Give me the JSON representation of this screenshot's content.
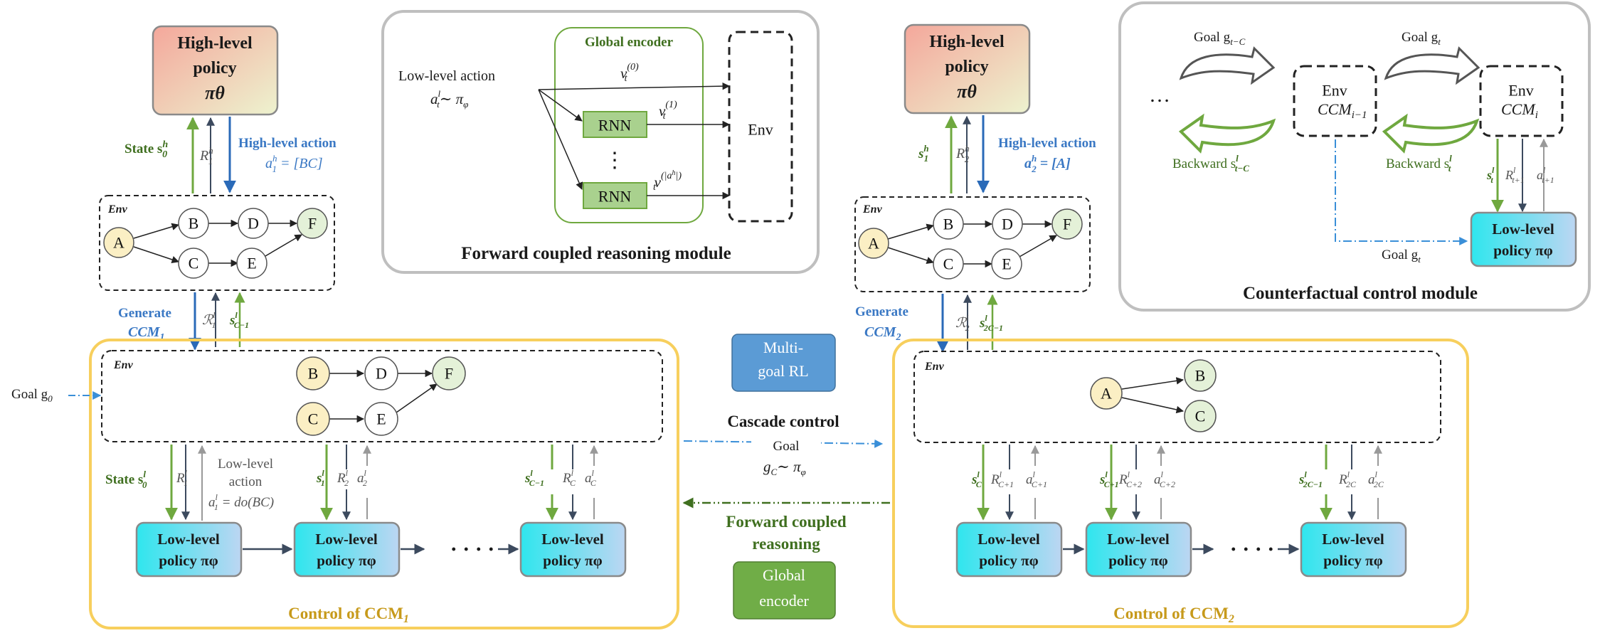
{
  "left": {
    "high_policy": {
      "line1": "High-level",
      "line2": "policy",
      "line3": "πθ"
    },
    "state_label": "State s",
    "state_sup": "h",
    "state_sub": "0",
    "reward_label": "R",
    "reward_sup": "h",
    "reward_sub": "1",
    "action_title": "High-level action",
    "action_expr": "a",
    "action_sup": "h",
    "action_sub": "1",
    "action_eq": " = [BC]",
    "env_tag": "Env",
    "graph_nodes": [
      "A",
      "B",
      "C",
      "D",
      "E",
      "F"
    ],
    "generate_l1": "Generate",
    "generate_l2": "CCM",
    "generate_sub": "1",
    "rl_label": "ℛ",
    "rl_sup": "l",
    "rl_sub": "1",
    "sl_label": "s",
    "sl_sup": "l",
    "sl_sub": "C−1",
    "goal_g0": "Goal g",
    "goal_g0_sub": "0",
    "ccm_env_tag": "Env",
    "ccm_nodes": [
      "B",
      "D",
      "F",
      "C",
      "E"
    ],
    "state_l": "State s",
    "state_l_sup": "l",
    "state_l_sub": "0",
    "r1l": "R",
    "r1l_sup": "l",
    "r1l_sub": "1",
    "low_action_l1": "Low-level",
    "low_action_l2": "action",
    "low_action_expr": "a",
    "low_action_sup": "l",
    "low_action_sub": "1",
    "low_action_eq": " = do(BC)",
    "mid_labels": {
      "s": "s",
      "s_sup": "l",
      "s_sub": "1",
      "r": "R",
      "r_sup": "l",
      "r_sub": "2",
      "a": "a",
      "a_sup": "l",
      "a_sub": "2"
    },
    "end_labels": {
      "s": "s",
      "s_sup": "l",
      "s_sub": "C−1",
      "r": "R",
      "r_sup": "l",
      "r_sub": "C",
      "a": "a",
      "a_sup": "l",
      "a_sub": "C"
    },
    "low_policy_l1": "Low-level",
    "low_policy_l2": "policy πφ",
    "dots": "· · · ·",
    "control_title": "Control of CCM",
    "control_sub": "1"
  },
  "forward_module": {
    "low_action": "Low-level action",
    "low_action_expr": "a",
    "low_action_sup": "l",
    "low_action_sub": "t",
    "low_action_rest": "∼ π",
    "low_action_rest_sub": "φ",
    "encoder_title": "Global encoder",
    "rnn": "RNN",
    "v0": "v",
    "v0_sup": "(0)",
    "v0_sub": "t",
    "v1": "v",
    "v1_sup": "(1)",
    "v1_sub": "t",
    "vn": "v",
    "vn_sup": "(|a",
    "vn_sup2": "h",
    "vn_sup3": "|)",
    "vn_sub": "t",
    "vdots": "⋮",
    "env": "Env",
    "title": "Forward coupled reasoning module"
  },
  "middle": {
    "multi_goal_l1": "Multi-",
    "multi_goal_l2": "goal RL",
    "cascade": "Cascade control",
    "goal_l1": "Goal",
    "goal_expr": "g",
    "goal_sub": "C",
    "goal_rest": "∼ π",
    "goal_rest_sub": "φ",
    "forward_l1": "Forward coupled",
    "forward_l2": "reasoning",
    "global_l1": "Global",
    "global_l2": "encoder"
  },
  "right": {
    "high_policy": {
      "line1": "High-level",
      "line2": "policy",
      "line3": "πθ"
    },
    "state_label": "s",
    "state_sup": "h",
    "state_sub": "1",
    "reward_label": "R",
    "reward_sup": "h",
    "reward_sub": "2",
    "action_title": "High-level action",
    "action_expr": "a",
    "action_sup": "h",
    "action_sub": "2",
    "action_eq": " = [A]",
    "env_tag": "Env",
    "graph_nodes": [
      "A",
      "B",
      "C",
      "D",
      "E",
      "F"
    ],
    "generate_l1": "Generate",
    "generate_l2": "CCM",
    "generate_sub": "2",
    "rl_label": "ℛ",
    "rl_sup": "l",
    "rl_sub": "2",
    "sl_label": "s",
    "sl_sup": "l",
    "sl_sub": "2C−1",
    "ccm_env_tag": "Env",
    "ccm_nodes": [
      "A",
      "B",
      "C"
    ],
    "labels1": {
      "s": "s",
      "s_sup": "l",
      "s_sub": "C",
      "r": "R",
      "r_sup": "l",
      "r_sub": "C+1",
      "a": "a",
      "a_sup": "l",
      "a_sub": "C+1"
    },
    "labels2": {
      "s": "s",
      "s_sup": "l",
      "s_sub": "C+1",
      "r": "R",
      "r_sup": "l",
      "r_sub": "C+2",
      "a": "a",
      "a_sup": "l",
      "a_sub": "C+2"
    },
    "labels3": {
      "s": "s",
      "s_sup": "l",
      "s_sub": "2C−1",
      "r": "R",
      "r_sup": "l",
      "r_sub": "2C",
      "a": "a",
      "a_sup": "l",
      "a_sub": "2C"
    },
    "low_policy_l1": "Low-level",
    "low_policy_l2": "policy πφ",
    "dots": "· · · ·",
    "control_title": "Control of CCM",
    "control_sub": "2"
  },
  "counterfactual": {
    "ellipsis": "…",
    "goal_prev": "Goal g",
    "goal_prev_sub": "t−C",
    "goal_cur": "Goal g",
    "goal_cur_sub": "t",
    "env": "Env",
    "ccm": "CCM",
    "ccm_prev_sub": "i−1",
    "ccm_cur_sub": "i",
    "backward_prev": "Backward s",
    "backward_prev_sup": "l",
    "backward_prev_sub": "t−C",
    "backward_cur": "Backward s",
    "backward_cur_sup": "l",
    "backward_cur_sub": "t",
    "st": "s",
    "st_sup": "l",
    "st_sub": "t",
    "rt": "R",
    "rt_sup": "l",
    "rt_sub": "t+1",
    "at": "a",
    "at_sup": "l",
    "at_sub": "t+1",
    "goal_bottom": "Goal g",
    "goal_bottom_sub": "t",
    "low_policy_l1": "Low-level",
    "low_policy_l2": "policy πφ",
    "title": "Counterfactual control module"
  },
  "colors": {
    "green": "#6fa83f",
    "dark_green": "#3f6f1f",
    "blue": "#2a6ab8",
    "light_blue": "#3a8fd8",
    "gray_arrow": "#999999",
    "slate": "#3c4a5e",
    "gold": "#f7cf5d",
    "cyan": "#2fe6ee",
    "node_yellow": "#fbefc4",
    "node_green": "#e4f1d8"
  }
}
